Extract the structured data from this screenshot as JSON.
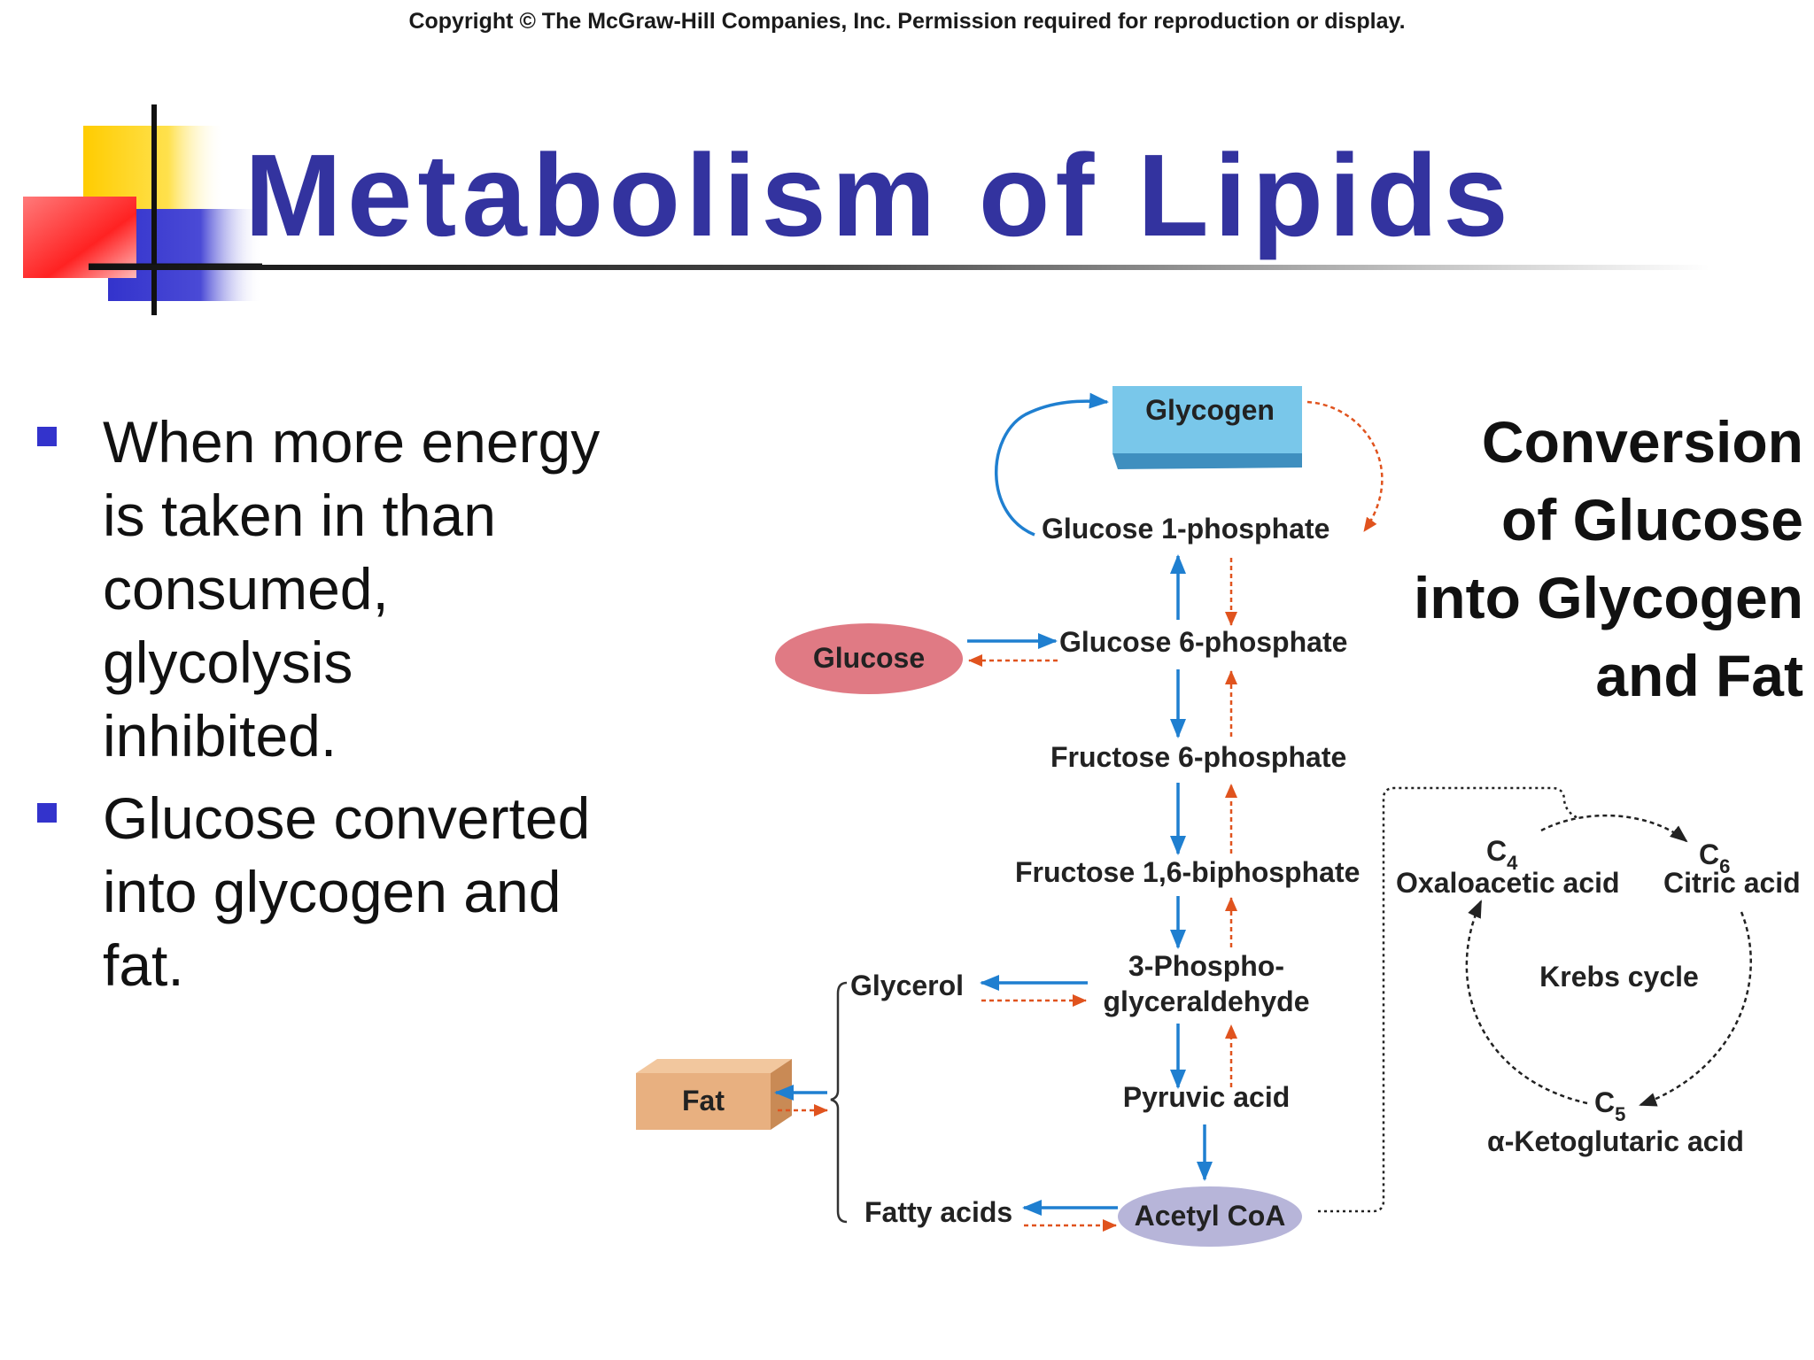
{
  "copyright": "Copyright © The McGraw-Hill Companies, Inc. Permission required for reproduction or display.",
  "title": "Metabolism of Lipids",
  "bullets": [
    "When more energy is taken in than consumed, glycolysis inhibited.",
    "Glucose converted into glycogen and fat."
  ],
  "diagram": {
    "heading": [
      "Conversion",
      "of Glucose",
      "into Glycogen",
      "and Fat"
    ],
    "nodes": {
      "glycogen": "Glycogen",
      "glucose": "Glucose",
      "g1p": "Glucose 1-phosphate",
      "g6p": "Glucose 6-phosphate",
      "f6p": "Fructose 6-phosphate",
      "f16bp": "Fructose 1,6-biphosphate",
      "pga_1": "3-Phospho-",
      "pga_2": "glyceraldehyde",
      "pyruvic": "Pyruvic acid",
      "acetyl_coa": "Acetyl CoA",
      "glycerol": "Glycerol",
      "fat": "Fat",
      "fatty_acids": "Fatty acids"
    },
    "krebs": {
      "label": "Krebs cycle",
      "c4": "C",
      "c4_sub": "4",
      "c4_name": "Oxaloacetic acid",
      "c6": "C",
      "c6_sub": "6",
      "c6_name": "Citric acid",
      "c5": "C",
      "c5_sub": "5",
      "c5_name": "α-Ketoglutaric acid"
    },
    "colors": {
      "forward_arrow": "#1f7fd0",
      "reverse_arrow": "#e0531e",
      "glycogen_box": "#79c7ea",
      "glucose_oval": "#e07a84",
      "fat_box": "#e8b080",
      "acetyl_oval": "#b7b5d9",
      "title": "#33339f",
      "bullet": "#3333cc"
    }
  }
}
